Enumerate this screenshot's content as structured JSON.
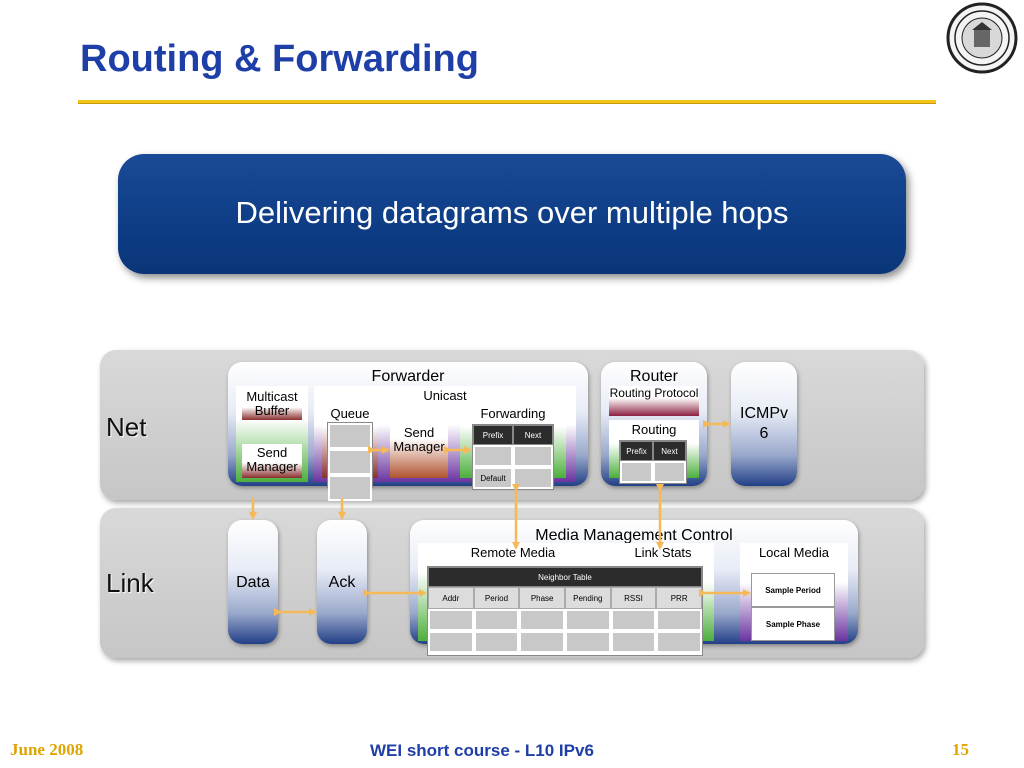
{
  "slide": {
    "title": "Routing & Forwarding",
    "banner": "Delivering datagrams over multiple hops"
  },
  "colors": {
    "title_blue": "#1f3fa8",
    "accent_gold": "#f2c418",
    "banner_blue": "#0e3d86",
    "arrow_gold": "#f5b95a"
  },
  "diagram": {
    "net_label": "Net",
    "link_label": "Link",
    "forwarder": {
      "title": "Forwarder",
      "multicast_buffer": "Multicast Buffer",
      "send_manager_1": "Send Manager",
      "unicast": "Unicast",
      "queue": "Queue",
      "send_manager_2": "Send Manager",
      "forwarding": "Forwarding",
      "prefix": "Prefix",
      "next": "Next",
      "default": "Default"
    },
    "router": {
      "title": "Router",
      "routing_protocol": "Routing Protocol",
      "routing": "Routing",
      "prefix": "Prefix",
      "next": "Next"
    },
    "icmp": "ICMPv 6",
    "data": "Data",
    "ack": "Ack",
    "media_mgmt": {
      "title": "Media Management Control",
      "remote_media": "Remote Media",
      "link_stats": "Link Stats",
      "local_media": "Local Media",
      "neighbor_table": "Neighbor Table",
      "columns": [
        "Addr",
        "Period",
        "Phase",
        "Pending",
        "RSSI",
        "PRR"
      ],
      "sample_period": "Sample Period",
      "sample_phase": "Sample Phase"
    }
  },
  "footer": {
    "date": "June 2008",
    "course": "WEI short course - L10 IPv6",
    "page": "15"
  }
}
